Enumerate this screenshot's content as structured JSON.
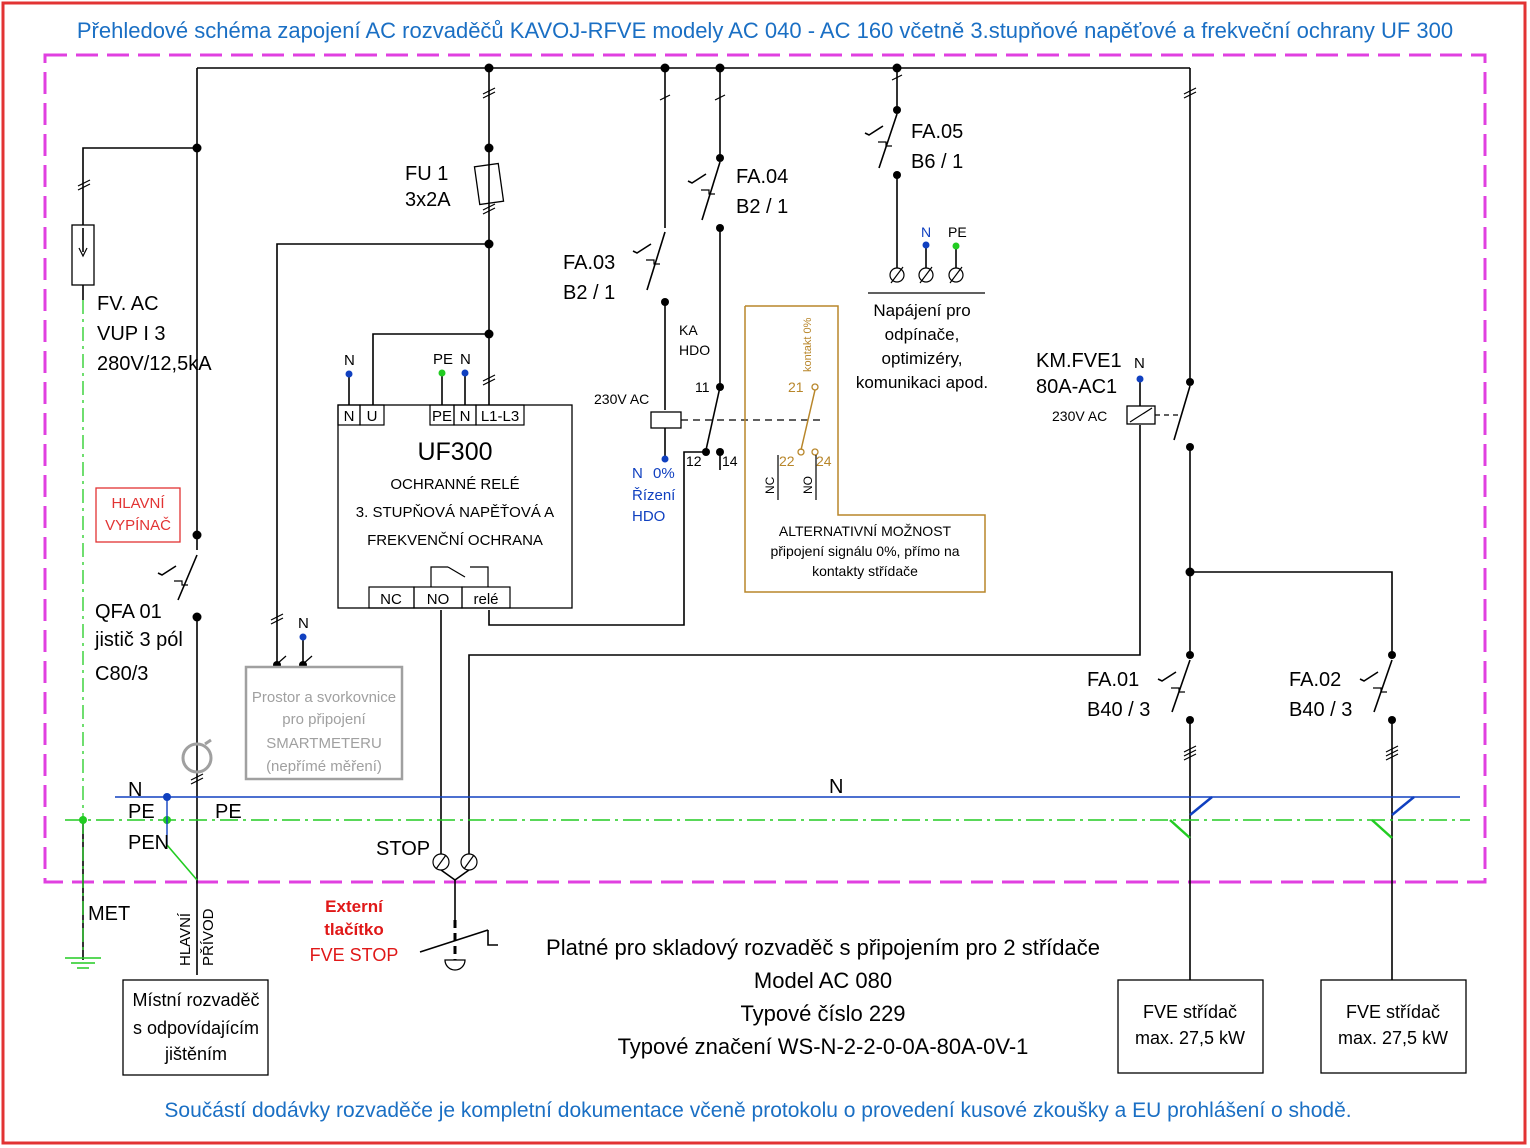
{
  "title": "Přehledové schéma zapojení AC rozvaděčů KAVOJ-RFVE modely AC 040 - AC 160 včetně 3.stupňové napěťové a frekveční ochrany UF 300",
  "footer": "Součástí dodávky rozvaděče je kompletní dokumentace včeně protokolu o provedení kusové zkoušky a EU prohlášení o shodě.",
  "colors": {
    "title": "#1a6fc4",
    "frame": "#e23333",
    "dashed_border": "#e040e0",
    "pe_line": "#22cc22",
    "neutral": "#1040c0",
    "alt_box": "#b8862a",
    "smartmeter": "#a0a0a0",
    "stop_label": "#e01818"
  },
  "surge_arrester": {
    "name": "FV. AC",
    "type": "VUP I 3",
    "rating": "280V/12,5kA"
  },
  "main_switch": {
    "tag_line1": "HLAVNÍ",
    "tag_line2": "VYPÍNAČ",
    "name": "QFA 01",
    "desc": "jistič 3 pól",
    "rating": "C80/3"
  },
  "fuse": {
    "name": "FU 1",
    "rating": "3x2A"
  },
  "fa03": {
    "name": "FA.03",
    "rating": "B2 / 1"
  },
  "fa04": {
    "name": "FA.04",
    "rating": "B2 / 1"
  },
  "fa05": {
    "name": "FA.05",
    "rating": "B6 / 1"
  },
  "fa01": {
    "name": "FA.01",
    "rating": "B40 / 3"
  },
  "fa02": {
    "name": "FA.02",
    "rating": "B40 / 3"
  },
  "uf300": {
    "title": "UF300",
    "line1": "OCHRANNÉ RELÉ",
    "line2": "3. STUPŇOVÁ NAPĚŤOVÁ A",
    "line3": "FREKVENČNÍ OCHRANA",
    "top_terminals": [
      "N",
      "U",
      "PE",
      "N",
      "L1-L3"
    ],
    "bottom_terminals": [
      "NC",
      "NO",
      "relé"
    ]
  },
  "hdo": {
    "ka": "KA",
    "hdo": "HDO",
    "coil_voltage": "230V AC",
    "n_label": "N",
    "percent": "0%",
    "rizeni": "Řízení",
    "hdo2": "HDO",
    "pin11": "11",
    "pin12": "12",
    "pin14": "14"
  },
  "alt": {
    "contact_label": "kontakt 0%",
    "pin21": "21",
    "pin22": "22",
    "pin24": "24",
    "nc": "NC",
    "no": "NO",
    "line1": "ALTERNATIVNÍ MOŽNOST",
    "line2": "připojení signálu 0%, přímo na",
    "line3": "kontakty střídače"
  },
  "power_supply": {
    "n": "N",
    "pe": "PE",
    "line1": "Napájení pro",
    "line2": "odpínače,",
    "line3": "optimizéry,",
    "line4": "komunikaci apod."
  },
  "contactor": {
    "name": "KM.FVE1",
    "rating": "80A-AC1",
    "coil_voltage": "230V AC",
    "n_label": "N"
  },
  "smartmeter": {
    "n_label": "N",
    "line1": "Prostor a svorkovnice",
    "line2": "pro připojení",
    "line3": "SMARTMETERU",
    "line4": "(nepřímé měření)"
  },
  "bus": {
    "n_left": "N",
    "pe_left": "PE",
    "pe_right": "PE",
    "pen": "PEN",
    "n_center": "N",
    "met": "MET"
  },
  "feed": {
    "line1": "HLAVNÍ",
    "line2": "PŘÍVOD"
  },
  "local_board": {
    "line1": "Místní rozvaděč",
    "line2": "s odpovídajícím",
    "line3": "jištěním"
  },
  "stop": {
    "label": "STOP",
    "ext1": "Externí",
    "ext2": "tlačítko",
    "ext3": "FVE STOP"
  },
  "validity": {
    "line1": "Platné pro skladový rozvaděč s připojením pro 2 střídače",
    "line2": "Model AC 080",
    "line3": "Typové číslo 229",
    "line4": "Typové značení WS-N-2-2-0-0A-80A-0V-1"
  },
  "inverter1": {
    "line1": "FVE střídač",
    "line2": "max. 27,5 kW"
  },
  "inverter2": {
    "line1": "FVE střídač",
    "line2": "max. 27,5 kW"
  }
}
